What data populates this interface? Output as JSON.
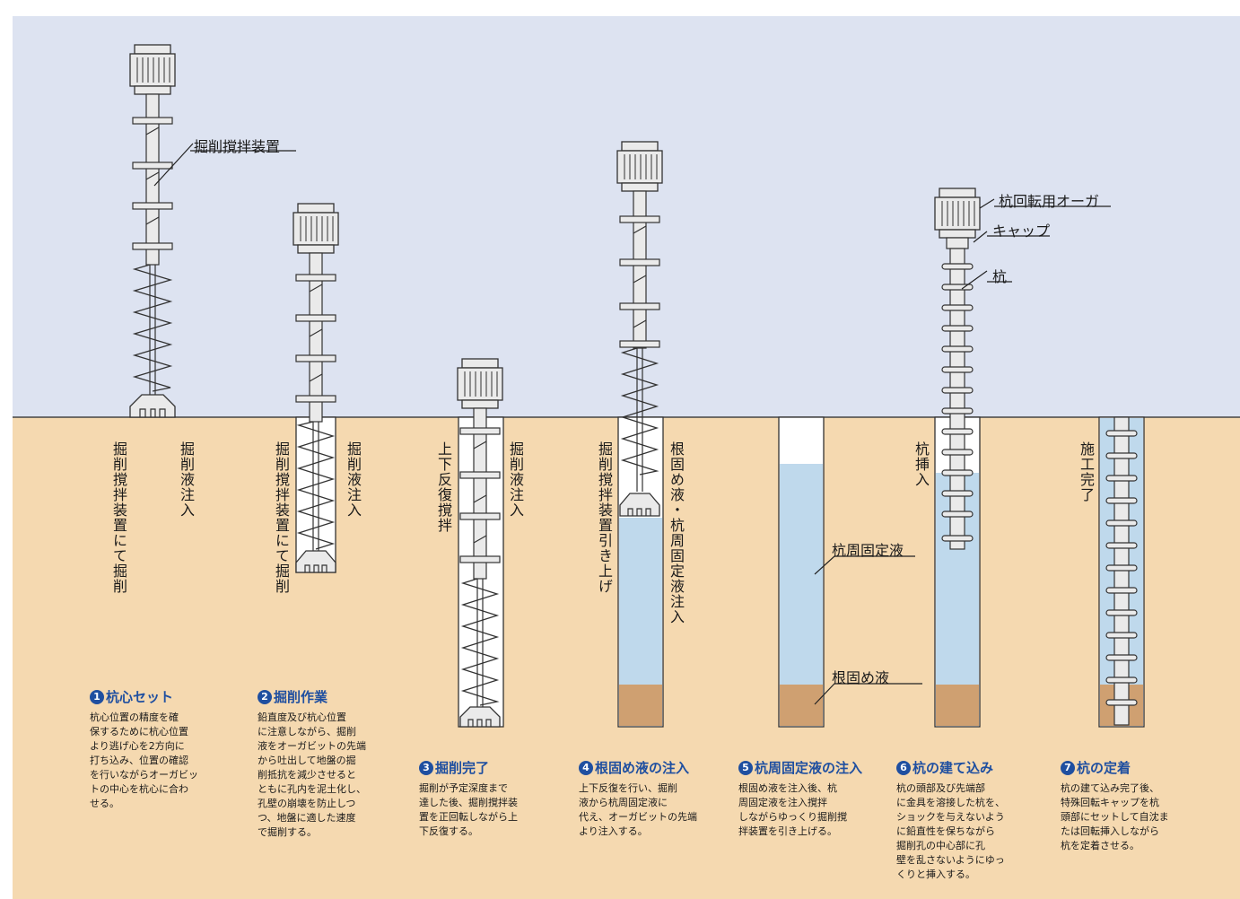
{
  "colors": {
    "sky": "#dde3f1",
    "soil": "#f5d9b0",
    "water": "#bfd9ec",
    "cement": "#cfa071",
    "title_blue": "#1f4fa0"
  },
  "callouts": {
    "kussaku_device": "掘削撹拌装置",
    "auger": "杭回転用オーガ",
    "cap": "キャップ",
    "pile": "杭",
    "fix_liquid": "杭周固定液",
    "root_liquid": "根固め液"
  },
  "vertical_labels": [
    "掘削撹拌装置にて掘削",
    "掘削液注入",
    "掘削撹拌装置にて掘削",
    "掘削液注入",
    "上下反復撹拌",
    "掘削液注入",
    "掘削撹拌装置引き上げ",
    "根固め液・杭周固定液注入",
    "杭挿入",
    "施工完了"
  ],
  "steps": [
    {
      "num": "1",
      "title": "杭心セット",
      "text": "杭心位置の精度を確\n保するために杭心位置\nより逃げ心を2方向に\n打ち込み、位置の確認\nを行いながらオーガビッ\nトの中心を杭心に合わ\nせる。"
    },
    {
      "num": "2",
      "title": "掘削作業",
      "text": "鉛直度及び杭心位置\nに注意しながら、掘削\n液をオーガビットの先端\nから吐出して地盤の掘\n削抵抗を減少させると\nともに孔内を泥土化し、\n孔壁の崩壊を防止しつ\nつ、地盤に適した速度\nで掘削する。"
    },
    {
      "num": "3",
      "title": "掘削完了",
      "text": "掘削が予定深度まで\n達した後、掘削撹拌装\n置を正回転しながら上\n下反復する。"
    },
    {
      "num": "4",
      "title": "根固め液の注入",
      "text": "上下反復を行い、掘削\n液から杭周固定液に\n代え、オーガビットの先端\nより注入する。"
    },
    {
      "num": "5",
      "title": "杭周固定液の注入",
      "text": "根固め液を注入後、杭\n周固定液を注入撹拌\nしながらゆっくり掘削撹\n拌装置を引き上げる。"
    },
    {
      "num": "6",
      "title": "杭の建て込み",
      "text": "杭の頭部及び先端部\nに金具を溶接した杭を、\nショックを与えないよう\nに鉛直性を保ちながら\n掘削孔の中心部に孔\n壁を乱さないようにゆっ\nくりと挿入する。"
    },
    {
      "num": "7",
      "title": "杭の定着",
      "text": "杭の建て込み完了後、\n特殊回転キャップを杭\n頭部にセットして自沈ま\nたは回転挿入しながら\n杭を定着させる。"
    }
  ]
}
